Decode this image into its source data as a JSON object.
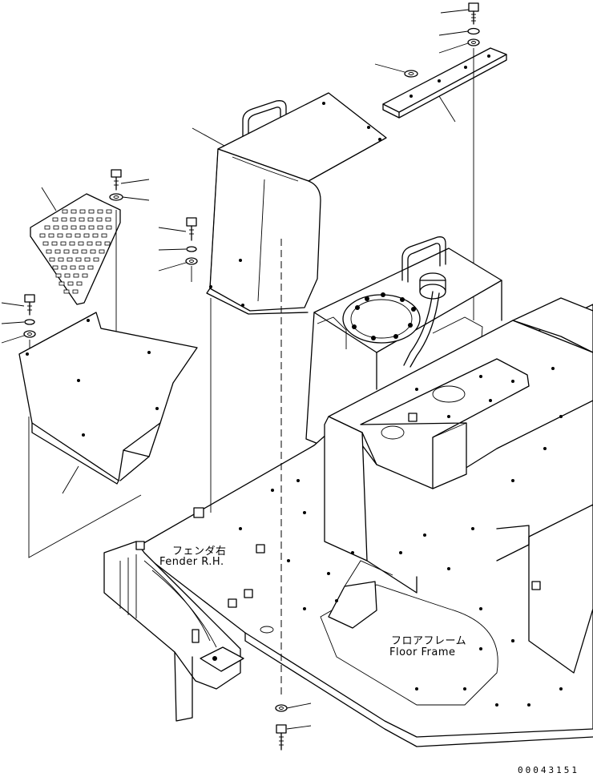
{
  "labels": {
    "fender_jp": "フェンダ右",
    "fender_en": "Fender R.H.",
    "floor_jp": "フロアフレーム",
    "floor_en": "Floor Frame"
  },
  "drawing_code": "00043151",
  "colors": {
    "line": "#000000",
    "background": "#ffffff"
  }
}
